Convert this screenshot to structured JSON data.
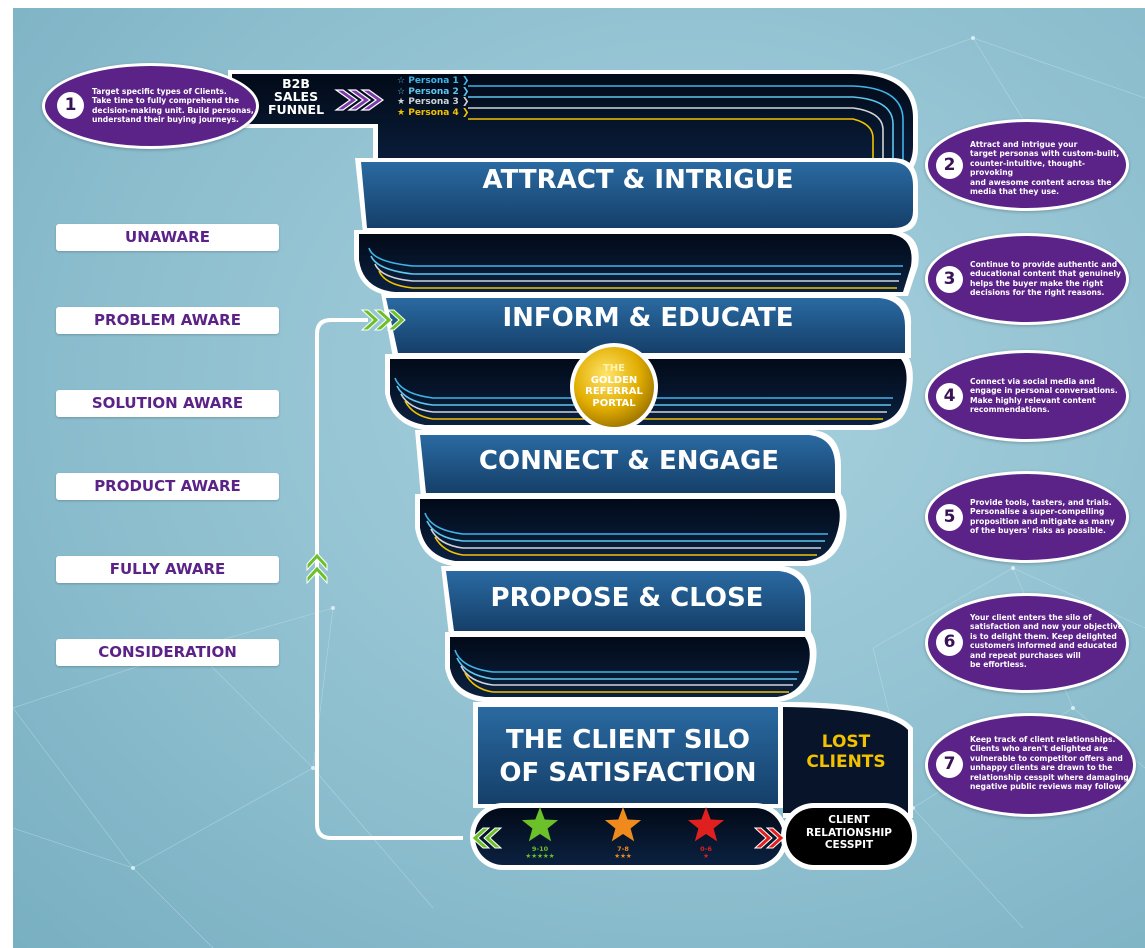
{
  "funnel_title": [
    "B2B",
    "SALES",
    "FUNNEL"
  ],
  "personas": [
    {
      "label": "Persona 1",
      "color": "#3fb4e8"
    },
    {
      "label": "Persona 2",
      "color": "#5fc6ee"
    },
    {
      "label": "Persona 3",
      "color": "#d0d4d8"
    },
    {
      "label": "Persona 4",
      "color": "#f2c200"
    }
  ],
  "stages": [
    "UNAWARE",
    "PROBLEM AWARE",
    "SOLUTION AWARE",
    "PRODUCT  AWARE",
    "FULLY AWARE",
    "CONSIDERATION"
  ],
  "bands": [
    "ATTRACT & INTRIGUE",
    "INFORM & EDUCATE",
    "CONNECT & ENGAGE",
    "PROPOSE & CLOSE"
  ],
  "portal": [
    "THE",
    "GOLDEN",
    "REFERRAL",
    "PORTAL"
  ],
  "silo": [
    "THE CLIENT SILO",
    "OF SATISFACTION"
  ],
  "lost": [
    "LOST",
    "CLIENTS"
  ],
  "cesspit": [
    "CLIENT",
    "RELATIONSHIP",
    "CESSPIT"
  ],
  "ratings": [
    {
      "range": "9-10",
      "stars": "★★★★★",
      "color": "#6cc02a"
    },
    {
      "range": "7-8",
      "stars": "★★★",
      "color": "#f08a1c"
    },
    {
      "range": "0-6",
      "stars": "★",
      "color": "#e0201f"
    }
  ],
  "steps": [
    {
      "num": "1",
      "lines": [
        "Target specific types of Clients.",
        "Take time to fully comprehend the",
        "decision-making unit. Build personas,",
        "understand their buying journeys."
      ]
    },
    {
      "num": "2",
      "lines": [
        "Attract and intrigue your",
        "target personas with custom-built,",
        "counter-intuitive, thought-provoking",
        "and awesome content across the",
        "media that they use."
      ]
    },
    {
      "num": "3",
      "lines": [
        "Continue to provide authentic and",
        "educational content that genuinely",
        "helps the buyer make the right",
        "decisions for the right reasons."
      ]
    },
    {
      "num": "4",
      "lines": [
        "Connect via social media and",
        "engage in personal conversations.",
        "Make highly relevant content",
        "recommendations."
      ]
    },
    {
      "num": "5",
      "lines": [
        "Provide tools, tasters, and trials.",
        "Personalise a super-compelling",
        "proposition and mitigate as many",
        "of the buyers' risks as possible."
      ]
    },
    {
      "num": "6",
      "lines": [
        "Your client enters the silo of",
        "satisfaction and now your objective",
        "is to delight them. Keep delighted",
        "customers informed and educated",
        "and repeat purchases will",
        "be effortless."
      ]
    },
    {
      "num": "7",
      "lines": [
        "Keep track of client relationships.",
        "Clients who aren't delighted are",
        "vulnerable to competitor offers and",
        "unhappy clients are drawn to the",
        "relationship cesspit where damaging,",
        "negative public reviews may follow."
      ]
    }
  ],
  "colors": {
    "purple": "#5b2287",
    "band_blue": "#1b5182",
    "green": "#6cc02a",
    "red": "#e0201f",
    "gold": "#e7b800"
  }
}
